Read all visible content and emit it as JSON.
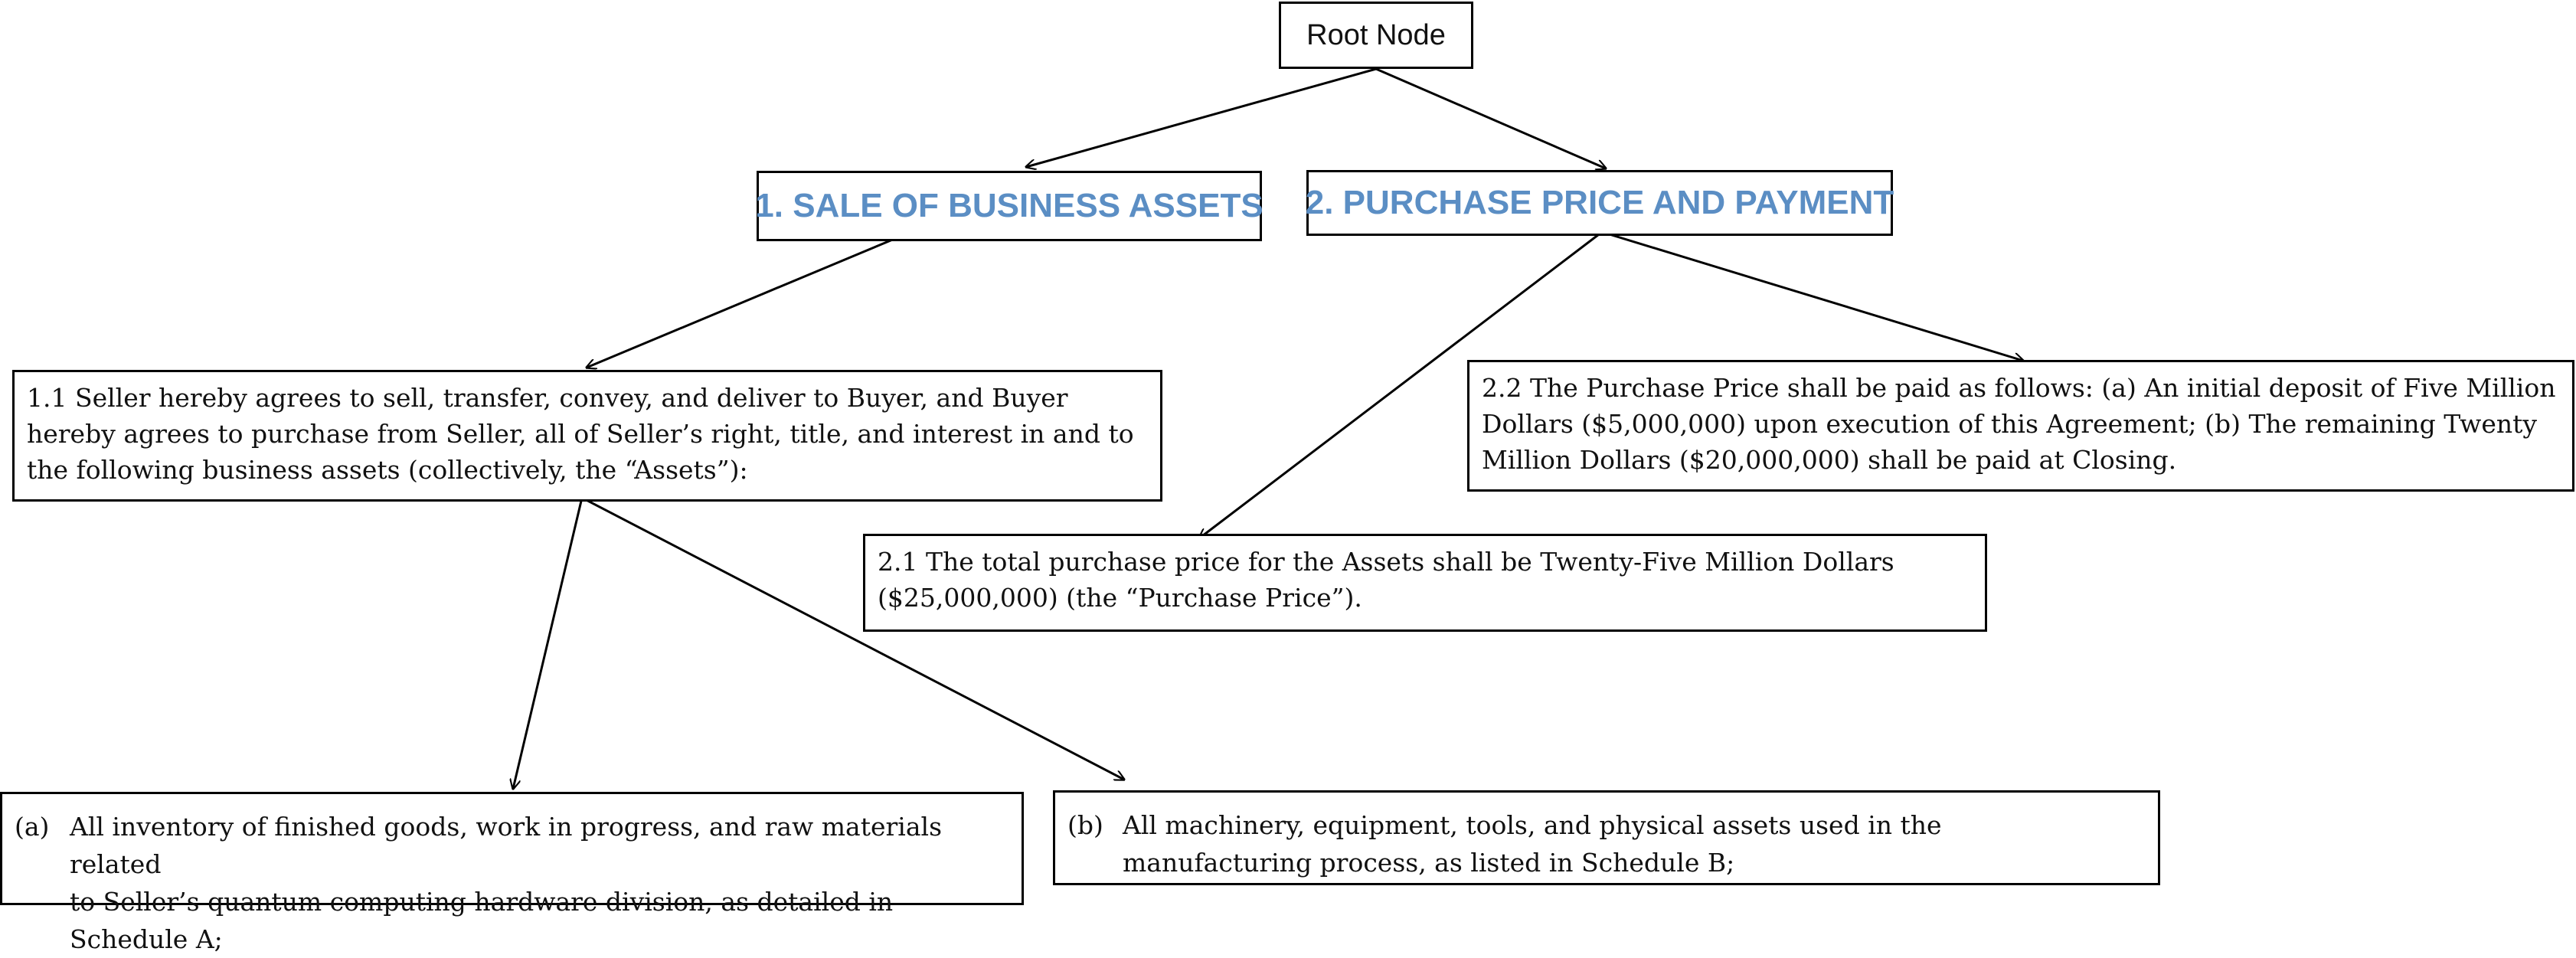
{
  "root": {
    "label": "Root Node"
  },
  "sections": [
    {
      "heading": "1. SALE OF BUSINESS ASSETS"
    },
    {
      "heading": "2. PURCHASE PRICE AND PAYMENT"
    }
  ],
  "clauses": {
    "c1_1": {
      "line1": "1.1 Seller hereby agrees to sell, transfer, convey, and deliver to Buyer, and Buyer",
      "line2": "hereby agrees to purchase from Seller, all of Seller’s right, title, and interest in and to",
      "line3": "the following business assets (collectively, the “Assets”):"
    },
    "c2_1": {
      "line1": "2.1 The total purchase price for the Assets shall be Twenty-Five Million Dollars",
      "line2": "($25,000,000) (the “Purchase Price”)."
    },
    "c2_2": {
      "line1": "2.2 The Purchase Price shall be paid as follows: (a) An initial deposit of Five Million",
      "line2": "Dollars ($5,000,000) upon execution of this Agreement; (b) The remaining Twenty",
      "line3": "Million Dollars ($20,000,000) shall be paid at Closing."
    }
  },
  "items": {
    "a": {
      "marker": "(a)",
      "line1": "All inventory of finished goods, work in progress, and raw materials related",
      "line2": "to Seller’s quantum computing hardware division, as detailed in Schedule A;"
    },
    "b": {
      "marker": "(b)",
      "line1": "All machinery, equipment, tools, and physical assets used in the",
      "line2": "manufacturing process, as listed in Schedule B;"
    }
  },
  "colors": {
    "heading": "#5b8ec4",
    "border": "#000000",
    "edge": "#000000"
  }
}
